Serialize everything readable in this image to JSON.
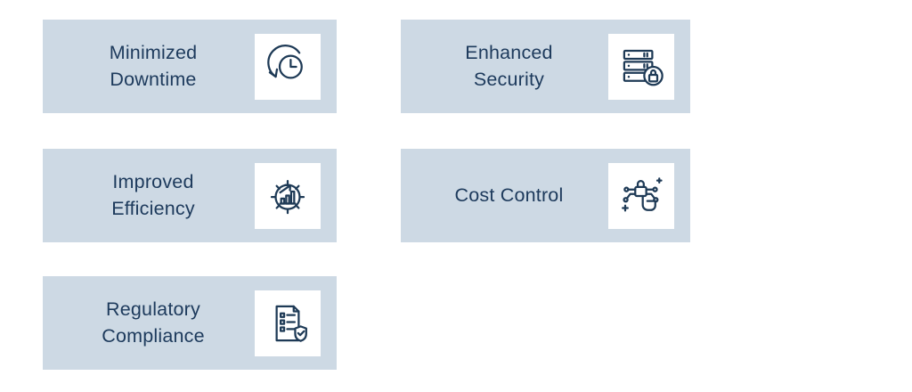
{
  "colors": {
    "page_bg": "#ffffff",
    "card_bg": "#cdd9e4",
    "icon_box_bg": "#ffffff",
    "text": "#1d3a5c",
    "icon_stroke": "#1e3a56"
  },
  "cards": [
    {
      "label": "Minimized Downtime",
      "icon": "clock-refresh-icon"
    },
    {
      "label": "Enhanced Security",
      "icon": "server-lock-icon"
    },
    {
      "label": "Improved Efficiency",
      "icon": "gear-growth-chart-icon"
    },
    {
      "label": "Cost Control",
      "icon": "network-lock-pointer-icon"
    },
    {
      "label": "Regulatory Compliance",
      "icon": "document-checklist-shield-icon"
    }
  ]
}
